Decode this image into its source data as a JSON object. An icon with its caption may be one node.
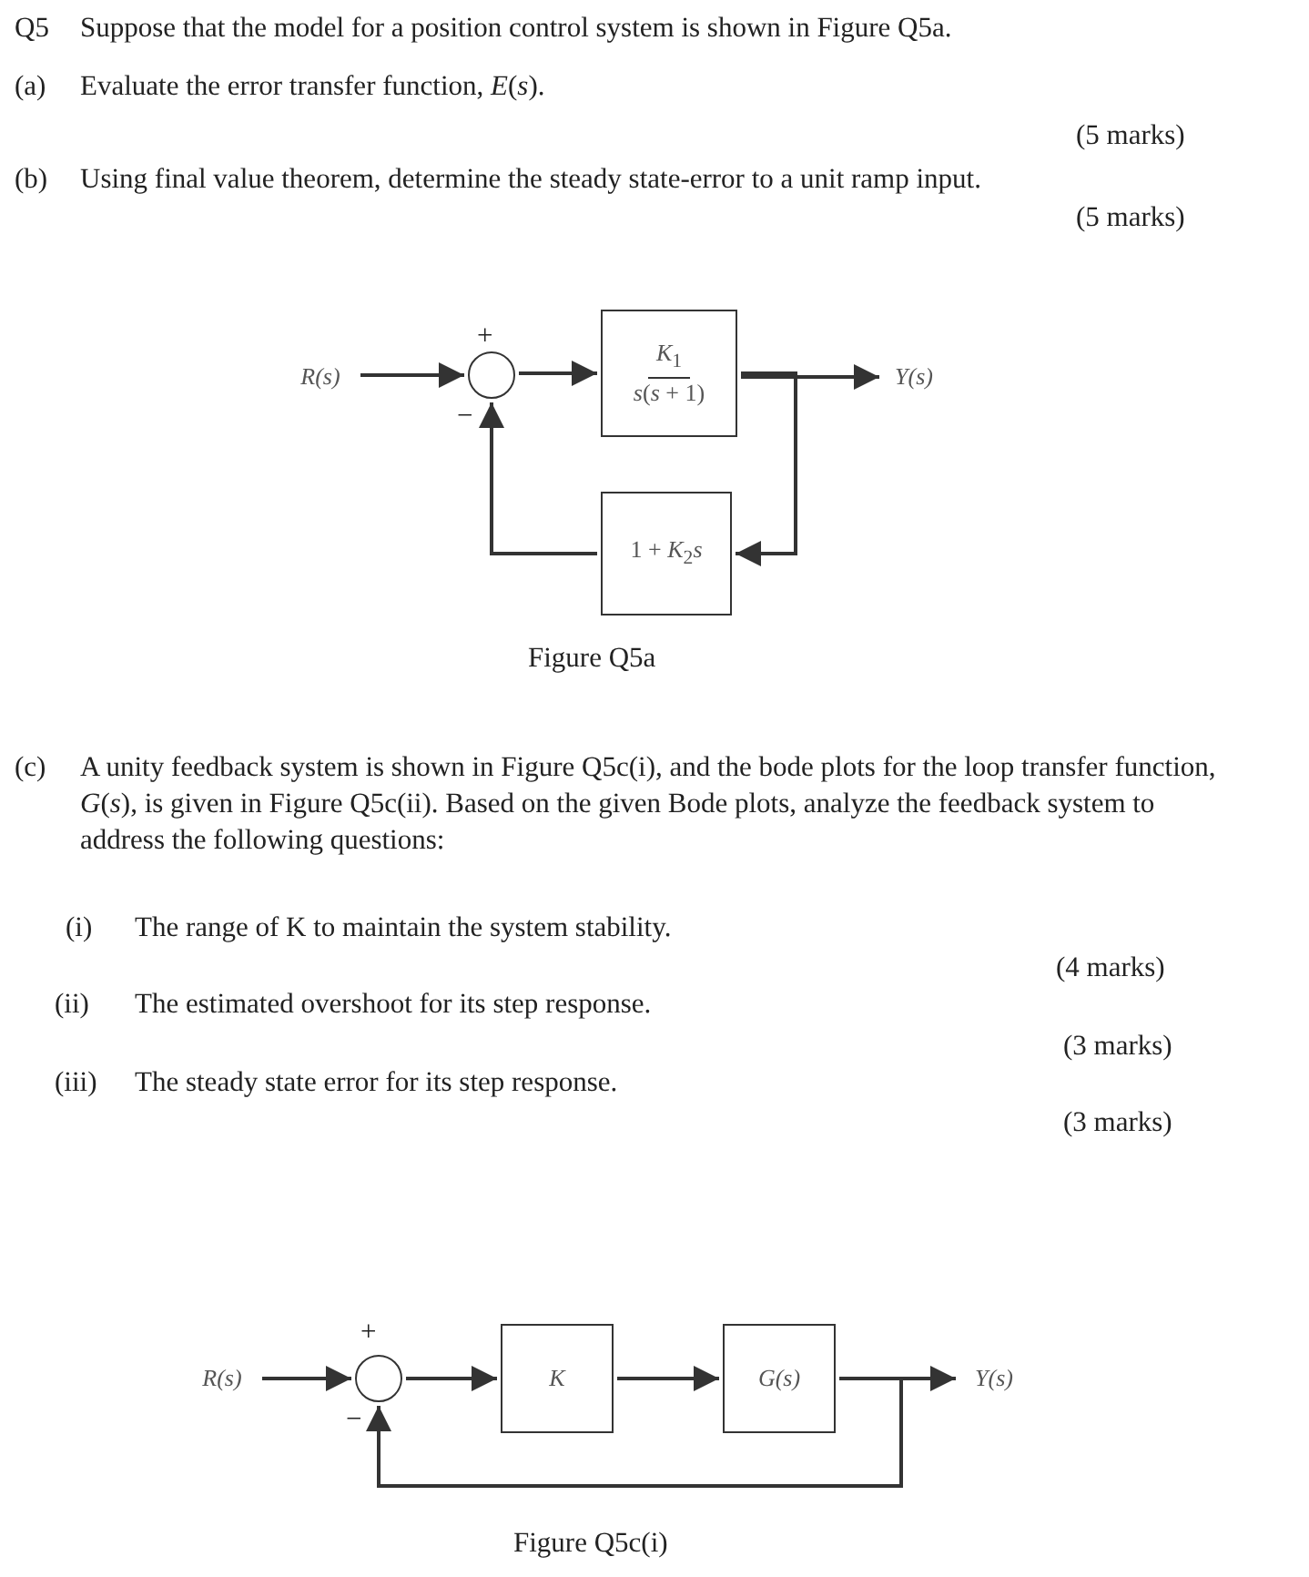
{
  "diagram": {
    "nodes": [
      {
        "text": [
          "R(s)"
        ]
      },
      {
        "text": [],
        "shape": "circle"
      },
      {
        "text": [
          "*K*$_{1}$",
          "*s*(*s* + 1)"
        ]
      },
      {
        "text": [
          "Y(s)"
        ]
      },
      {
        "text": [
          "1 + *K*$_{2}$*s*"
        ]
      },
      {
        "text": [
          "R(s)"
        ]
      },
      {
        "text": [],
        "shape": "circle"
      },
      {
        "text": [
          "K"
        ]
      },
      {
        "text": [
          "G(s)"
        ]
      },
      {
        "text": [
          "Y(s)"
        ]
      }
    ],
    "edges": [
      {
        "from": 0,
        "to": 1,
        "arrow": "to"
      },
      {
        "from": 1,
        "to": 2,
        "arrow": "to"
      },
      {
        "from": 2,
        "to": 3,
        "arrow": "to"
      },
      {
        "from": 2,
        "to": 4,
        "arrow": "to"
      },
      {
        "from": 4,
        "to": 1,
        "arrow": "to"
      },
      {
        "from": 5,
        "to": 6,
        "arrow": "to"
      },
      {
        "from": 6,
        "to": 7,
        "arrow": "to"
      },
      {
        "from": 7,
        "to": 8,
        "arrow": "to"
      },
      {
        "from": 8,
        "to": 9,
        "arrow": "to"
      },
      {
        "from": 8,
        "to": 6,
        "arrow": "to"
      }
    ],
    "labels": [
      "Q5",
      "Suppose that the model for a position control system is shown in Figure Q5a.",
      "(a)",
      "Evaluate the error transfer function, *E*(*s*).",
      "(5 marks)",
      "(b)",
      "Using final value theorem, determine the steady state-error to a unit ramp input.",
      "(5 marks)",
      "+",
      "−",
      "Figure Q5a",
      "(c)",
      "A unity feedback system is shown in Figure Q5c(i), and the bode plots for the loop transfer function, *G*(*s*), is given in Figure Q5c(ii). Based on the given Bode plots, analyze the feedback system to address the following questions:",
      "(i)",
      "The range of K to maintain the system stability.",
      "(4 marks)",
      "(ii)",
      "The estimated overshoot for its step response.",
      "(3 marks)",
      "(iii)",
      "The steady state error for its step response.",
      "(3 marks)",
      "+",
      "−",
      "Figure Q5c(i)"
    ]
  }
}
